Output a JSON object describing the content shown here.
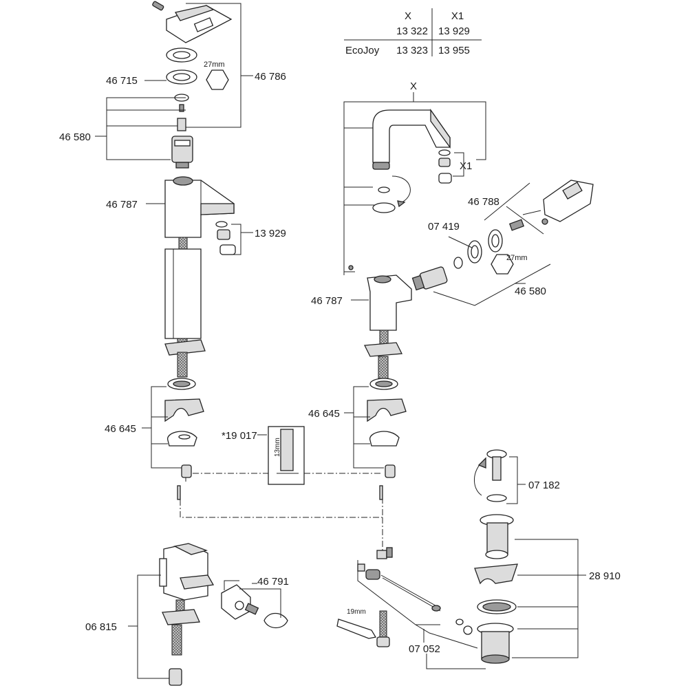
{
  "variant_table": {
    "col_x": "X",
    "col_x1": "X1",
    "row1_x": "13 322",
    "row1_x1": "13 929",
    "row2_label": "EcoJoy",
    "row2_x": "13 323",
    "row2_x1": "13 955"
  },
  "labels": {
    "p46715": "46 715",
    "p46786": "46 786",
    "p46580_left": "46 580",
    "p46787_left": "46 787",
    "p13929": "13 929",
    "p46645_left": "46 645",
    "p19017": "*19 017",
    "p06815": "06 815",
    "p46791": "46 791",
    "x_top": "X",
    "x1": "X1",
    "p46788": "46 788",
    "p07419": "07 419",
    "p46580_right": "46 580",
    "p46787_right": "46 787",
    "p46645_right": "46 645",
    "p07182": "07 182",
    "p28910": "28 910",
    "p07052": "07 052"
  },
  "dimensions": {
    "hex_left": "27mm",
    "hex_right": "27mm",
    "tool_13": "13mm",
    "wrench_19": "19mm"
  }
}
